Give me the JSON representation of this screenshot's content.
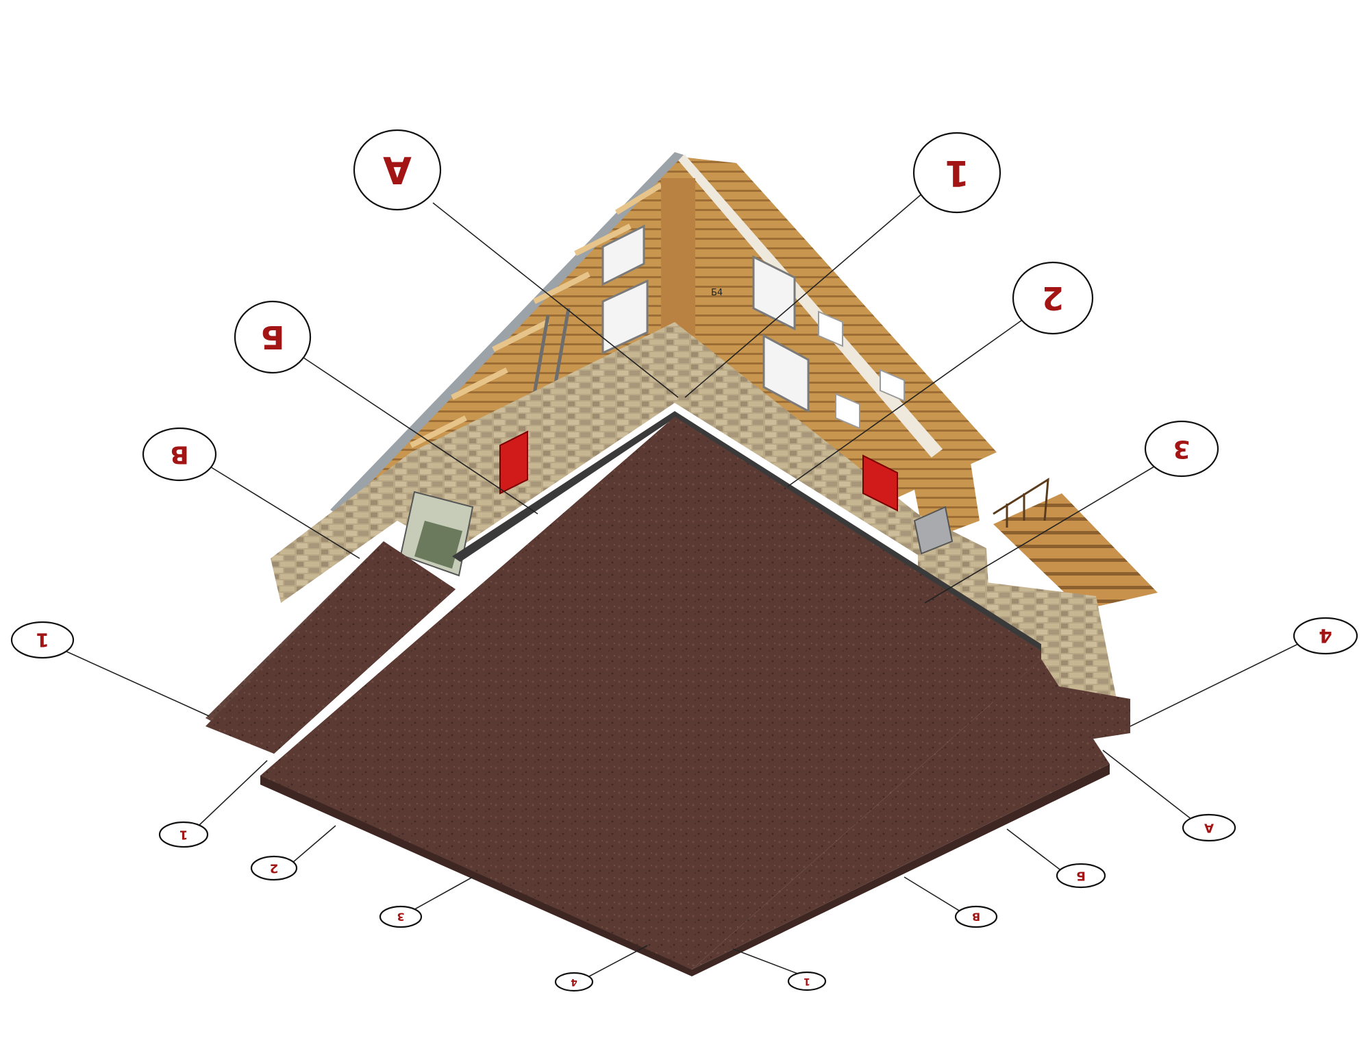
{
  "colors": {
    "label_text": "#a31515",
    "slab": "#5b3a33",
    "slab_side": "#4a2f29",
    "stone": "#bfae8a",
    "timber": "#c9964f",
    "roof_gutter": "#9ca3a8",
    "red_box": "#d11b1b",
    "background": "#ffffff"
  },
  "callouts_large": [
    {
      "id": "A",
      "label": "A"
    },
    {
      "id": "B-upper",
      "label": "Б"
    },
    {
      "id": "V",
      "label": "В"
    },
    {
      "id": "1",
      "label": "1"
    },
    {
      "id": "2",
      "label": "2"
    },
    {
      "id": "3",
      "label": "3"
    },
    {
      "id": "4",
      "label": "4"
    },
    {
      "id": "1-left",
      "label": "1"
    }
  ],
  "callouts_small": [
    {
      "id": "s1",
      "label": "1"
    },
    {
      "id": "s2",
      "label": "2"
    },
    {
      "id": "s3",
      "label": "3"
    },
    {
      "id": "s4",
      "label": "4"
    },
    {
      "id": "sA",
      "label": "A"
    },
    {
      "id": "sB",
      "label": "Б"
    },
    {
      "id": "sV",
      "label": "В"
    },
    {
      "id": "s1b",
      "label": "1"
    }
  ],
  "wall_marker": "Б4"
}
